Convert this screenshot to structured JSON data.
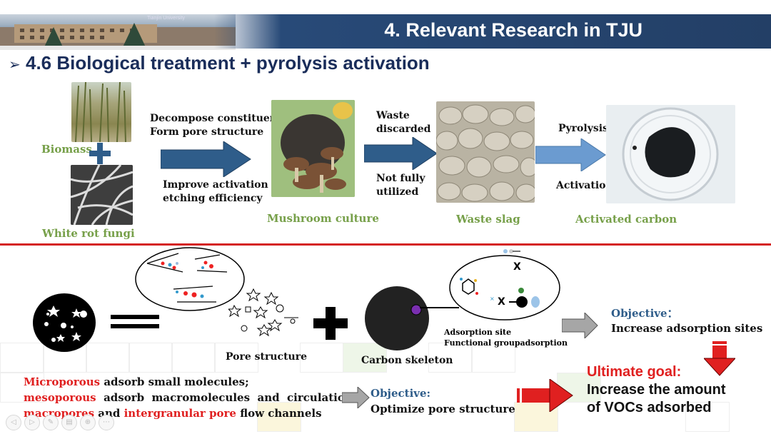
{
  "header": {
    "title": "4. Relevant Research in TJU",
    "watermark": "Tianjin University"
  },
  "slide": {
    "bullet": "➢",
    "title": "4.6 Biological treatment + pyrolysis activation"
  },
  "flow_top": {
    "biomass_label": "Biomass",
    "fungi_label": "White rot fungi",
    "arrow1_top": [
      "Decompose constituents",
      "Form pore structure"
    ],
    "arrow1_bottom": [
      "Improve activation",
      "etching efficiency"
    ],
    "mushroom_label": "Mushroom culture",
    "arrow2_top": [
      "Waste",
      "discarded"
    ],
    "arrow2_bottom": [
      "Not fully",
      "utilized"
    ],
    "slag_label": "Waste slag",
    "arrow3_top": "Pyrolysis",
    "arrow3_bottom": "Activation",
    "carbon_label": "Activated carbon"
  },
  "flow_bottom": {
    "pore_label": "Pore structure",
    "skeleton_label": "Carbon skeleton",
    "adsorption_site": "Adsorption site",
    "functional_group": "Functional groupadsorption",
    "x_mark": "X",
    "objective1_title": "Objective：",
    "objective1_text": "Increase adsorption sites",
    "objective2_title": "Objective:",
    "objective2_text": "Optimize pore structure",
    "pore_desc": {
      "line1_red": "Microporous",
      "line1_rest": " adsorb small molecules;",
      "line2_red": "mesoporous",
      "line2_rest": "  adsorb  macromolecules  and  circulation;",
      "line3_red1": "macropores",
      "line3_mid": " and ",
      "line3_red2": "intergranular pore",
      "line3_rest": " flow channels"
    },
    "goal_title": "Ultimate goal:",
    "goal_line1": "Increase the amount",
    "goal_line2": "of VOCs adsorbed"
  },
  "colors": {
    "header_blue": "#233f66",
    "title_blue": "#1a2d5a",
    "green_label": "#77a04a",
    "divider_red": "#d42020",
    "arrow_blue": "#2f5d8a",
    "goal_red": "#e02020"
  },
  "toolbar": {
    "icons": [
      "prev-icon",
      "next-icon",
      "pen-icon",
      "slides-icon",
      "zoom-icon",
      "more-icon"
    ]
  }
}
